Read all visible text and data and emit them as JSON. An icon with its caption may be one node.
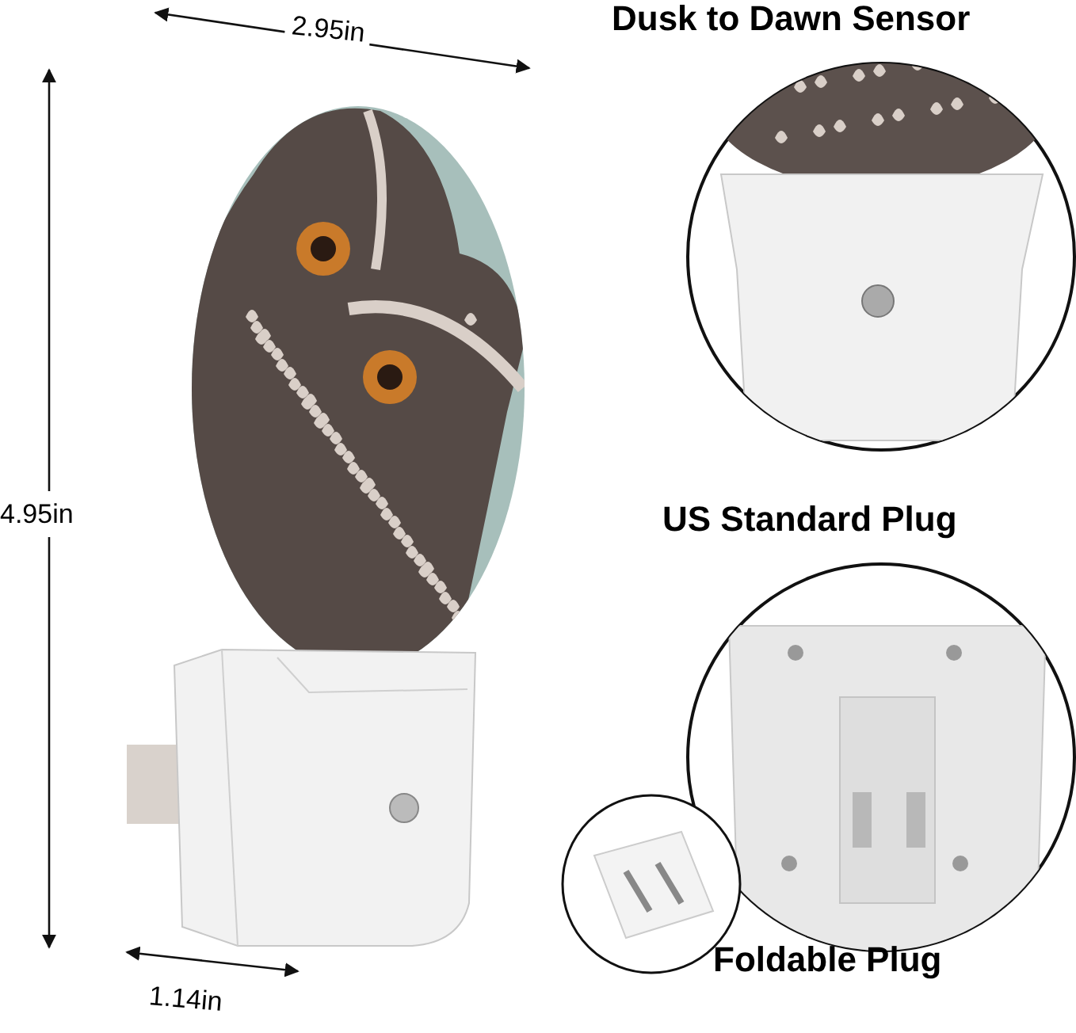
{
  "diagram": {
    "labels": [
      "2.95in",
      "Dusk to Dawn Sensor",
      "4.95in",
      "US Standard Plug",
      "1.14in",
      "Foldable Plug"
    ]
  }
}
